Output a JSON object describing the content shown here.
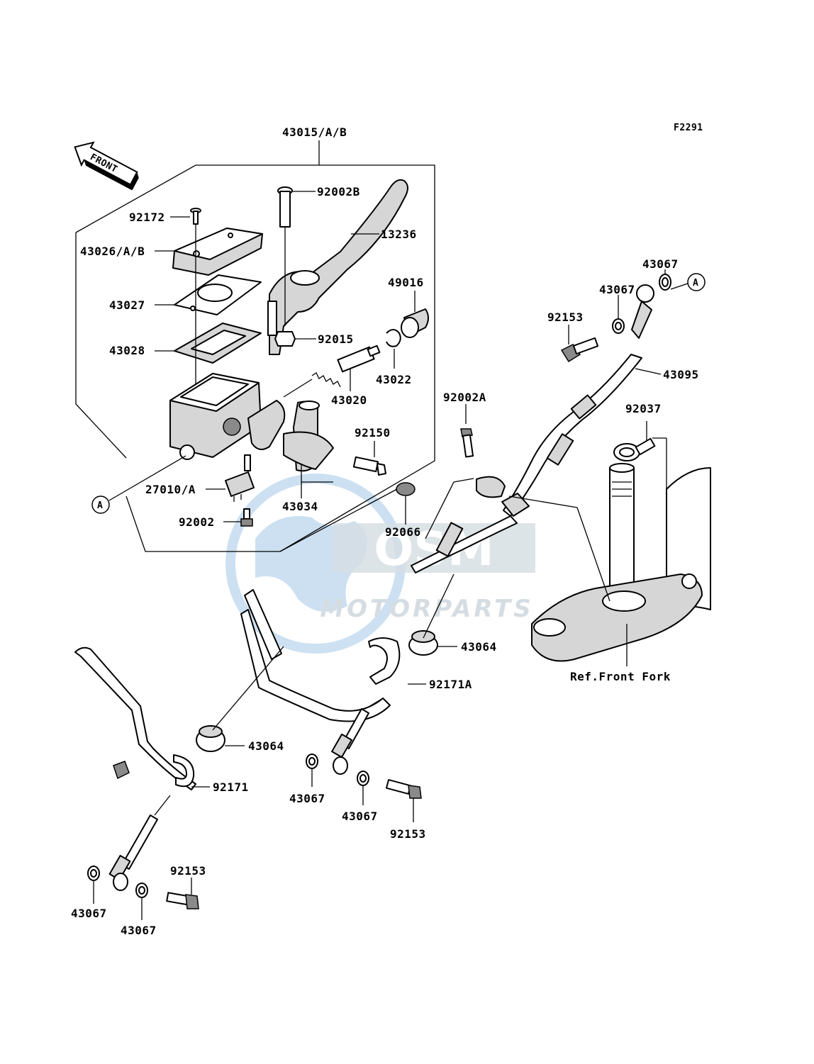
{
  "figure_code": "F2291",
  "front_arrow_label": "FRONT",
  "reference_marker": "A",
  "watermark": {
    "brand": "OSM",
    "sub": "MOTORPARTS",
    "color": "#6fa8dc"
  },
  "callouts": {
    "assembly": "43015/A/B",
    "bolt_lever": "92002B",
    "lever": "13236",
    "screw_cap": "92172",
    "cap": "43026/A/B",
    "diaphragm_plate": "43027",
    "diaphragm": "43028",
    "boot": "49016",
    "nut": "92015",
    "circlip": "43022",
    "piston_set": "43020",
    "bolt_clamp": "92150",
    "holder": "43034",
    "cap_dust": "92066",
    "switch": "27010/A",
    "screw_switch": "92002",
    "washer_a": "43067",
    "washer_b": "43067",
    "banjo_bolt_top": "92153",
    "hose_upper": "43095",
    "bolt_clamp_a": "92002A",
    "joint": "92037",
    "grommet_right": "43064",
    "clamp_right": "92171A",
    "grommet_left": "43064",
    "clamp_left": "92171",
    "washer_c": "43067",
    "washer_d": "43067",
    "banjo_bolt_mid": "92153",
    "banjo_bolt_low": "92153",
    "washer_e": "43067",
    "washer_f": "43067",
    "ref_front_fork": "Ref.Front Fork"
  }
}
